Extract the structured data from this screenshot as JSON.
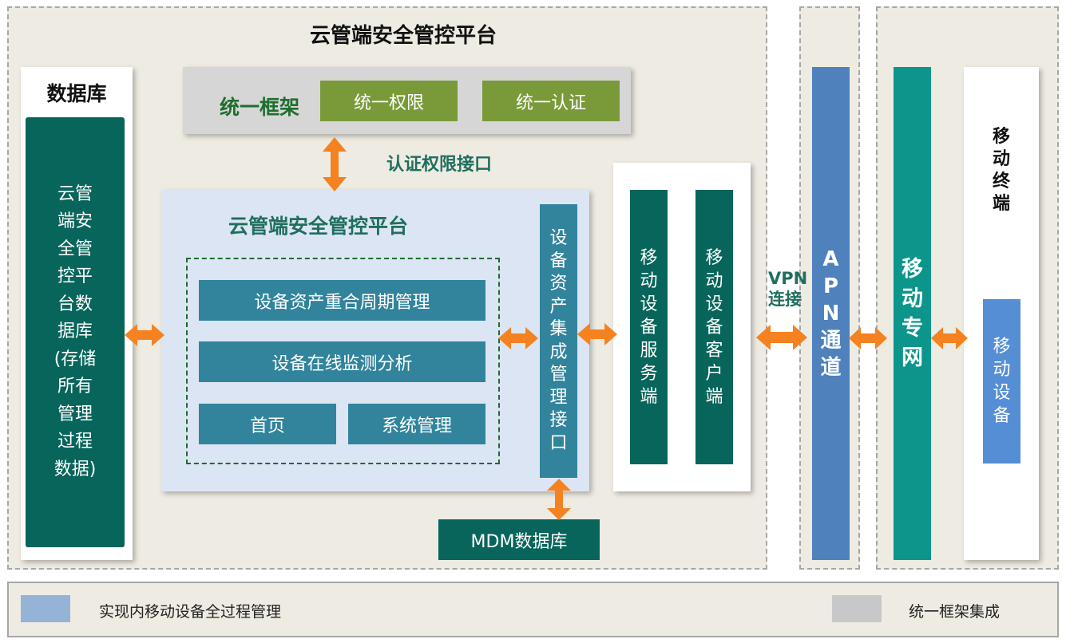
{
  "regions": {
    "platform_title": "云管端安全管控平台"
  },
  "database": {
    "header": "数据库",
    "lines": [
      "云管",
      "端安",
      "全管",
      "控平",
      "台数",
      "据库",
      "(存储",
      "所有",
      "管理",
      "过程",
      "数据)"
    ]
  },
  "framework": {
    "label": "统一框架",
    "button_permission": "统一权限",
    "button_auth": "统一认证"
  },
  "auth_interface_label": "认证权限接口",
  "inner_platform": {
    "title": "云管端安全管控平台",
    "module_lifecycle": "设备资产重合周期管理",
    "module_monitoring": "设备在线监测分析",
    "module_home": "首页",
    "module_system": "系统管理"
  },
  "integration_interface": [
    "设",
    "备",
    "资",
    "产",
    "集",
    "成",
    "管",
    "理",
    "接",
    "口"
  ],
  "mdm_database": "MDM数据库",
  "mobile_server": [
    "移",
    "动",
    "设",
    "备",
    "服",
    "务",
    "端"
  ],
  "mobile_client": [
    "移",
    "动",
    "设",
    "备",
    "客",
    "户",
    "端"
  ],
  "vpn_label": [
    "VPN",
    "连接"
  ],
  "apn_channel": [
    "A",
    "P",
    "N",
    "通",
    "道"
  ],
  "mobile_network": [
    "移",
    "动",
    "专",
    "网"
  ],
  "mobile_terminal": {
    "title": [
      "移",
      "动",
      "终",
      "端"
    ],
    "device": [
      "移",
      "动",
      "设",
      "备"
    ]
  },
  "legend": {
    "item1_label": "实现内移动设备全过程管理",
    "item1_color": "#95b3d7",
    "item2_label": "统一框架集成",
    "item2_color": "#c8c8c8"
  },
  "colors": {
    "arrow": "#f58220",
    "dark_teal": "#07655b",
    "teal": "#31849b",
    "olive": "#7a9a3a",
    "apn_blue": "#4f81bd",
    "network_teal": "#0b958b",
    "device_blue": "#558ed5",
    "inner_platform_bg": "#dce5f3"
  }
}
